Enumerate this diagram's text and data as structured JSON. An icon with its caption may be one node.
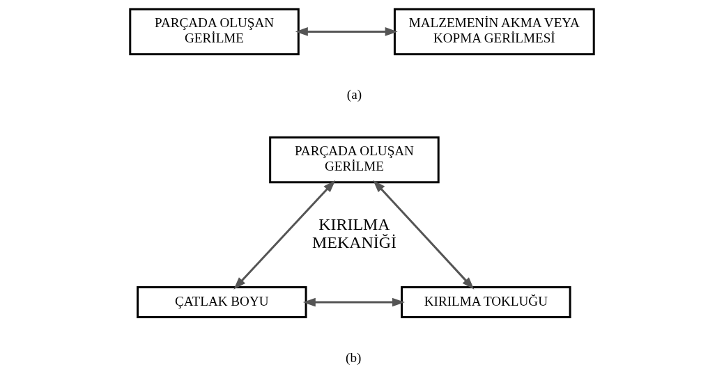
{
  "diagram": {
    "nodes": [
      {
        "text": [
          "PARÇADA OLUŞAN GERİLME"
        ]
      },
      {
        "text": [
          "MALZEMENİN AKMA VEYA KOPMA GERİLMESİ"
        ]
      },
      {
        "text": [
          "PARÇADA OLUŞAN GERİLME"
        ]
      },
      {
        "text": [
          "ÇATLAK BOYU"
        ]
      },
      {
        "text": [
          "KIRILMA TOKLUĞU"
        ]
      }
    ],
    "edges": [
      {
        "from": 0,
        "to": 1,
        "arrow": "both"
      },
      {
        "from": 2,
        "to": 3,
        "arrow": "both"
      },
      {
        "from": 2,
        "to": 4,
        "arrow": "both"
      },
      {
        "from": 3,
        "to": 4,
        "arrow": "both"
      }
    ],
    "labels": [
      "(a)",
      "KIRILMA MEKANİĞİ",
      "(b)"
    ]
  }
}
